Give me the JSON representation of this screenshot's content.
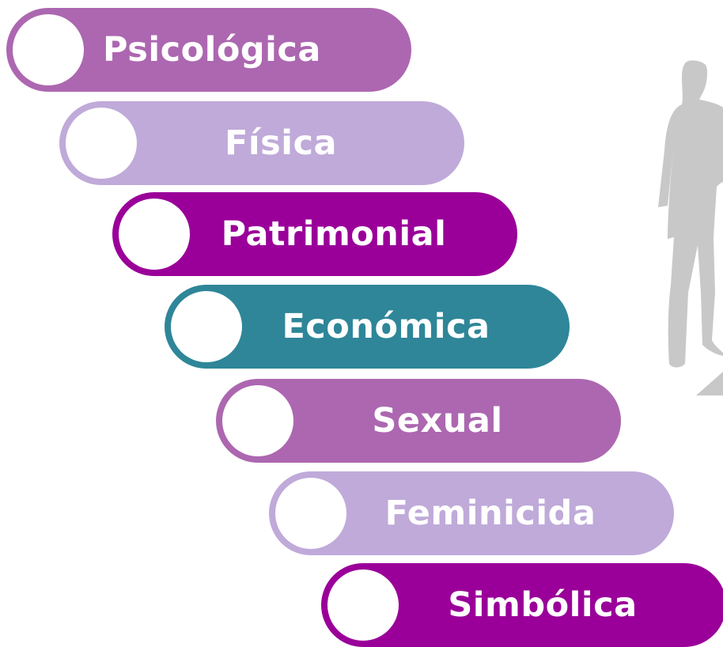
{
  "steps": [
    {
      "label": "Psicológica",
      "color": "#ac67b0"
    },
    {
      "label": "Física",
      "color": "#bfaad9"
    },
    {
      "label": "Patrimonial",
      "color": "#9a0099"
    },
    {
      "label": "Económica",
      "color": "#2e8698"
    },
    {
      "label": "Sexual",
      "color": "#ac67b0"
    },
    {
      "label": "Feminicida",
      "color": "#bfaad9"
    },
    {
      "label": "Simbólica",
      "color": "#9a0099"
    }
  ],
  "figure": {
    "icon": "person-silhouette-icon",
    "color": "#c8c8c8"
  }
}
